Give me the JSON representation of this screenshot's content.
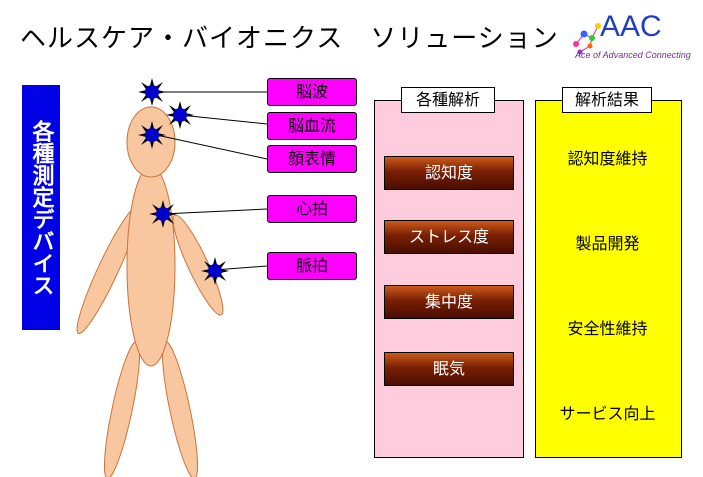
{
  "title": "ヘルスケア・バイオニクス　ソリューション",
  "logo": {
    "text": "AAC",
    "subtitle": "Ace of Advanced Connecting"
  },
  "devices_label": "各種測定デバイス",
  "sensors": [
    "脳波",
    "脳血流",
    "顔表情",
    "心拍",
    "脈拍"
  ],
  "analysis": {
    "header": "各種解析",
    "items": [
      "認知度",
      "ストレス度",
      "集中度",
      "眠気"
    ]
  },
  "results": {
    "header": "解析結果",
    "items": [
      "認知度維持",
      "製品開発",
      "安全性維持",
      "サービス向上"
    ]
  },
  "colors": {
    "sensor_label": "#ff00ff",
    "devices_label": "#0000e6",
    "analysis_panel": "#ffccdd",
    "results_panel": "#ffff00",
    "body": "#f9c79f",
    "sensor_dot": "#0000cc"
  }
}
